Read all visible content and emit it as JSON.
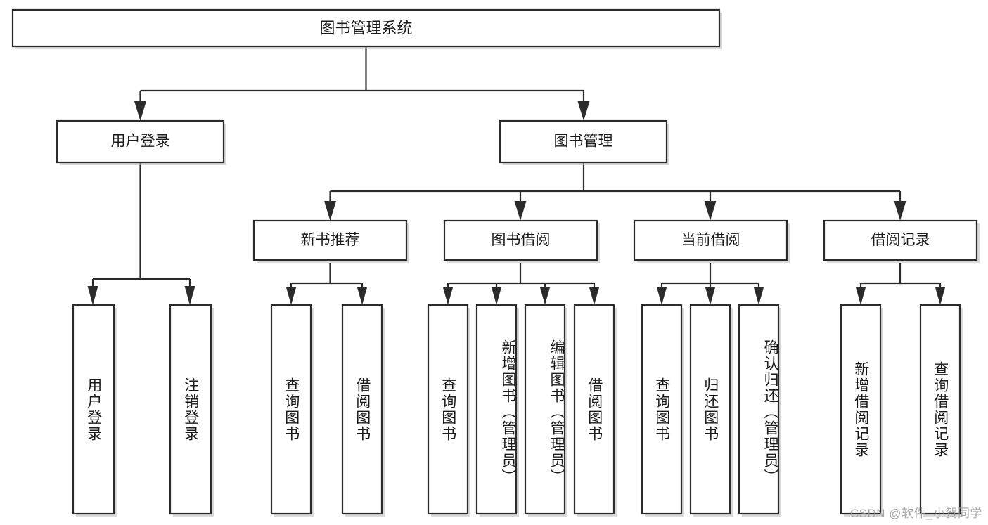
{
  "diagram": {
    "type": "tree-hierarchy",
    "title": "图书管理系统",
    "orientation": "top-down",
    "colors": {
      "box_stroke": "#2b2b2b",
      "box_fill": "#ffffff",
      "connector": "#2b2b2b",
      "text": "#1a1a1a",
      "watermark": "#9a9a9a",
      "background": "#ffffff"
    },
    "root": {
      "label": "图书管理系统",
      "level": 0
    },
    "level1": [
      {
        "label": "用户登录",
        "level": 1
      },
      {
        "label": "图书管理",
        "level": 1
      }
    ],
    "level2": [
      {
        "label": "新书推荐",
        "parent": "图书管理"
      },
      {
        "label": "图书借阅",
        "parent": "图书管理"
      },
      {
        "label": "当前借阅",
        "parent": "图书管理"
      },
      {
        "label": "借阅记录",
        "parent": "图书管理"
      }
    ],
    "leaves": {
      "user_login": [
        {
          "label": "用户登录"
        },
        {
          "label": "注销登录"
        }
      ],
      "new_book_recommend": [
        {
          "label": "查询图书"
        },
        {
          "label": "借阅图书"
        }
      ],
      "book_borrow": [
        {
          "label": "查询图书"
        },
        {
          "label": "新增图书（管理员）"
        },
        {
          "label": "编辑图书（管理员）"
        },
        {
          "label": "借阅图书"
        }
      ],
      "current_borrow": [
        {
          "label": "查询图书"
        },
        {
          "label": "归还图书"
        },
        {
          "label": "确认归还（管理员）"
        }
      ],
      "borrow_record": [
        {
          "label": "新增借阅记录"
        },
        {
          "label": "查询借阅记录"
        }
      ]
    },
    "watermark": "CSDN @软件_小贺同学"
  }
}
